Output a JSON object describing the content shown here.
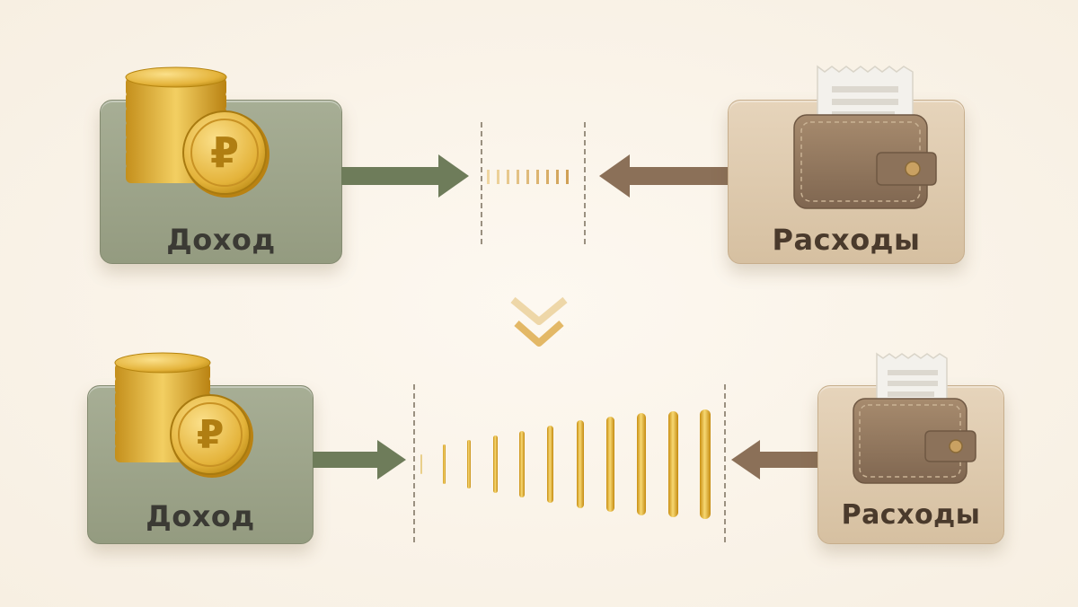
{
  "colors": {
    "background": "#f8f1e6",
    "income_card": "#9ea588",
    "expense_card": "#ddc9ad",
    "income_arrow": "#6e7c5a",
    "expense_arrow": "#8b7058",
    "gold": "#e2b43a"
  },
  "top_row": {
    "income_label": "Доход",
    "expense_label": "Расходы"
  },
  "bottom_row": {
    "income_label": "Доход",
    "expense_label": "Расходы"
  },
  "icons": {
    "income": "ruble-coin-stack-icon",
    "expense": "wallet-with-receipt-icon",
    "transition": "double-chevron-down-icon"
  }
}
